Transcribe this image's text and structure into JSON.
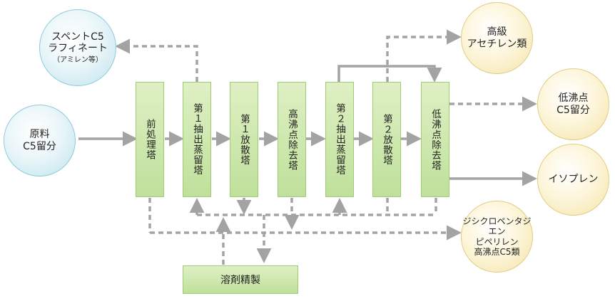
{
  "inputs": {
    "feed": [
      "原料",
      "C5留分"
    ]
  },
  "towers": [
    {
      "id": "pretreat",
      "label": "前処理塔"
    },
    {
      "id": "extract1",
      "label": "第１抽出蒸留塔"
    },
    {
      "id": "stripper1",
      "label": "第１放散塔"
    },
    {
      "id": "hb_removal",
      "label": "高沸点除去塔"
    },
    {
      "id": "extract2",
      "label": "第２抽出蒸留塔"
    },
    {
      "id": "stripper2",
      "label": "第２放散塔"
    },
    {
      "id": "lb_removal",
      "label": "低沸点除去塔"
    }
  ],
  "solvent_unit": {
    "label": "溶剤精製"
  },
  "outputs": {
    "raffinate": {
      "lines": [
        "スペントC5",
        "ラフィネート"
      ],
      "note": "（アミレン等）"
    },
    "acetylenes": {
      "lines": [
        "高級",
        "アセチレン類"
      ]
    },
    "low_boiling": {
      "lines": [
        "低沸点",
        "C5留分"
      ]
    },
    "isoprene": {
      "lines": [
        "イソプレン"
      ]
    },
    "heavies": {
      "lines": [
        "ジシクロペンタジエン",
        "ピペリレン",
        "高沸点C5類"
      ]
    }
  },
  "colors": {
    "arrow": "#a3a3a3",
    "tower_fill": "#cde7ae",
    "tower_border": "#9ccd72",
    "blue_circle": "#bde2ec",
    "cream_circle": "#f3e3a8"
  }
}
